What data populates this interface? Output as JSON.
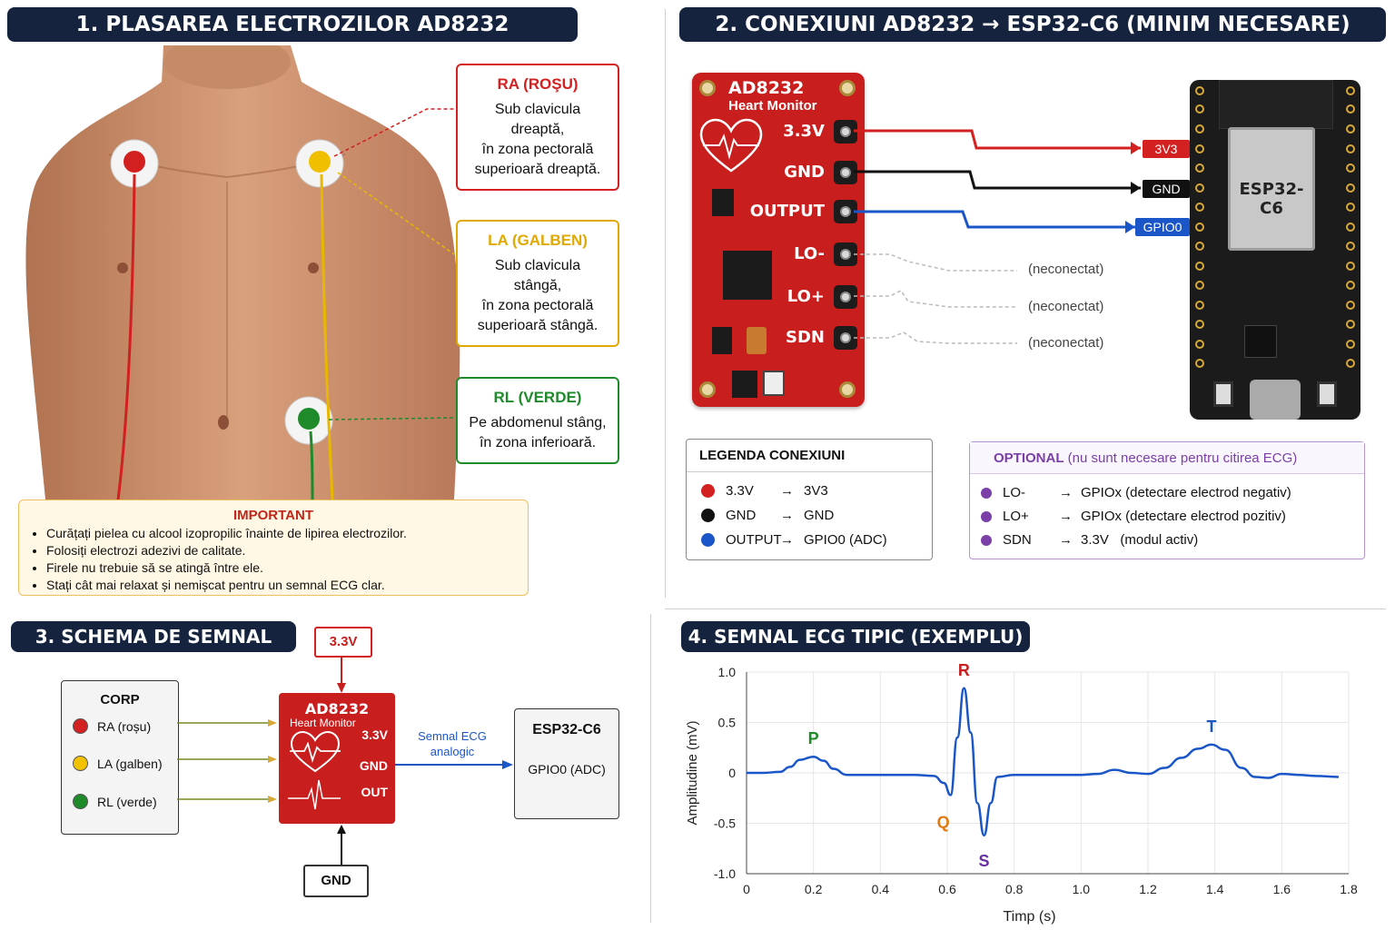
{
  "sections": {
    "s1": "1. PLASAREA ELECTROZILOR AD8232",
    "s2": "2. CONEXIUNI AD8232 → ESP32-C6 (MINIM NECESARE)",
    "s3": "3. SCHEMA DE SEMNAL",
    "s4": "4. SEMNAL ECG TIPIC (EXEMPLU)"
  },
  "electrodes": {
    "ra": {
      "title": "RA (ROŞU)",
      "lines": [
        "Sub clavicula",
        "dreaptă,",
        "în zona pectorală",
        "superioară dreaptă."
      ],
      "color": "#d32020"
    },
    "la": {
      "title": "LA (GALBEN)",
      "lines": [
        "Sub clavicula",
        "stângă,",
        "în zona pectorală",
        "superioară stângă."
      ],
      "color": "#e0a800"
    },
    "rl": {
      "title": "RL (VERDE)",
      "lines": [
        "Pe abdomenul stâng,",
        "în zona inferioară."
      ],
      "color": "#1f8a2a"
    }
  },
  "important": {
    "title": "IMPORTANT",
    "items": [
      "Curățați pielea cu alcool izopropilic înainte de lipirea electrozilor.",
      "Folosiți electrozi adezivi de calitate.",
      "Firele nu trebuie să se atingă între ele.",
      "Stați cât mai relaxat și nemișcat pentru un semnal ECG clar."
    ]
  },
  "ad8232": {
    "name": "AD8232",
    "sub": "Heart Monitor",
    "pins": [
      "3.3V",
      "GND",
      "OUTPUT",
      "LO-",
      "LO+",
      "SDN"
    ]
  },
  "esp32": {
    "name": "ESP32-C6",
    "pins": [
      "3V3",
      "GND",
      "GPIO0"
    ]
  },
  "unconnected": "(neconectat)",
  "legend": {
    "title": "LEGENDA CONEXIUNI",
    "rows": [
      {
        "color": "#d32020",
        "from": "3.3V",
        "arrow": "→",
        "to": "3V3"
      },
      {
        "color": "#111111",
        "from": "GND",
        "arrow": "→",
        "to": "GND"
      },
      {
        "color": "#1a56c8",
        "from": "OUTPUT",
        "arrow": "→",
        "to": "GPIO0 (ADC)"
      }
    ]
  },
  "optional": {
    "title": "OPTIONAL",
    "note": "(nu sunt necesare pentru citirea ECG)",
    "rows": [
      {
        "from": "LO-",
        "arrow": "→",
        "to": "GPIOx (detectare electrod negativ)"
      },
      {
        "from": "LO+",
        "arrow": "→",
        "to": "GPIOx (detectare electrod pozitiv)"
      },
      {
        "from": "SDN",
        "arrow": "→",
        "to": "3.3V   (modul activ)"
      }
    ],
    "color": "#7b3fa8"
  },
  "schema": {
    "power": "3.3V",
    "ground": "GND",
    "body_title": "CORP",
    "body_items": [
      {
        "label": "RA (roșu)",
        "color": "#d32020"
      },
      {
        "label": "LA (galben)",
        "color": "#f2c200"
      },
      {
        "label": "RL (verde)",
        "color": "#1f8a2a"
      }
    ],
    "module_name": "AD8232",
    "module_sub": "Heart Monitor",
    "module_pins": [
      "3.3V",
      "GND",
      "OUT"
    ],
    "signal_label_1": "Semnal ECG",
    "signal_label_2": "analogic",
    "esp_name": "ESP32-C6",
    "esp_pin": "GPIO0 (ADC)"
  },
  "chart_data": {
    "type": "line",
    "xlabel": "Timp (s)",
    "ylabel": "Amplitudine (mV)",
    "xlim": [
      0,
      1.8
    ],
    "ylim": [
      -1.0,
      1.0
    ],
    "xticks": [
      "0",
      "0.2",
      "0.4",
      "0.6",
      "0.8",
      "1.0",
      "1.2",
      "1.4",
      "1.6",
      "1.8"
    ],
    "yticks": [
      "1.0",
      "0.5",
      "0",
      "-0.5",
      "-1.0"
    ],
    "grid": true,
    "series": [
      {
        "color": "#1a56c8",
        "x": [
          0,
          0.05,
          0.1,
          0.13,
          0.16,
          0.2,
          0.23,
          0.26,
          0.3,
          0.4,
          0.5,
          0.56,
          0.59,
          0.61,
          0.63,
          0.65,
          0.67,
          0.69,
          0.71,
          0.73,
          0.75,
          0.8,
          0.9,
          1.0,
          1.05,
          1.1,
          1.15,
          1.2,
          1.25,
          1.3,
          1.35,
          1.39,
          1.43,
          1.48,
          1.52,
          1.56,
          1.6,
          1.65,
          1.7,
          1.77
        ],
        "y": [
          0,
          0,
          0.01,
          0.06,
          0.13,
          0.16,
          0.12,
          0.04,
          -0.02,
          -0.02,
          -0.02,
          -0.03,
          -0.1,
          -0.22,
          0.35,
          0.84,
          0.4,
          -0.3,
          -0.62,
          -0.3,
          -0.04,
          -0.02,
          -0.02,
          -0.02,
          -0.01,
          0.03,
          0.0,
          -0.01,
          0.05,
          0.15,
          0.24,
          0.28,
          0.23,
          0.05,
          -0.04,
          -0.05,
          -0.01,
          -0.02,
          -0.03,
          -0.04
        ]
      }
    ],
    "annotations": [
      {
        "label": "P",
        "x": 0.2,
        "y": 0.16,
        "color": "#1f8a2a"
      },
      {
        "label": "Q",
        "x": 0.61,
        "y": -0.22,
        "color": "#e07a10"
      },
      {
        "label": "R",
        "x": 0.65,
        "y": 0.84,
        "color": "#c81e1e"
      },
      {
        "label": "S",
        "x": 0.71,
        "y": -0.62,
        "color": "#6a2fa0"
      },
      {
        "label": "T",
        "x": 1.39,
        "y": 0.28,
        "color": "#1a56c8"
      }
    ]
  }
}
